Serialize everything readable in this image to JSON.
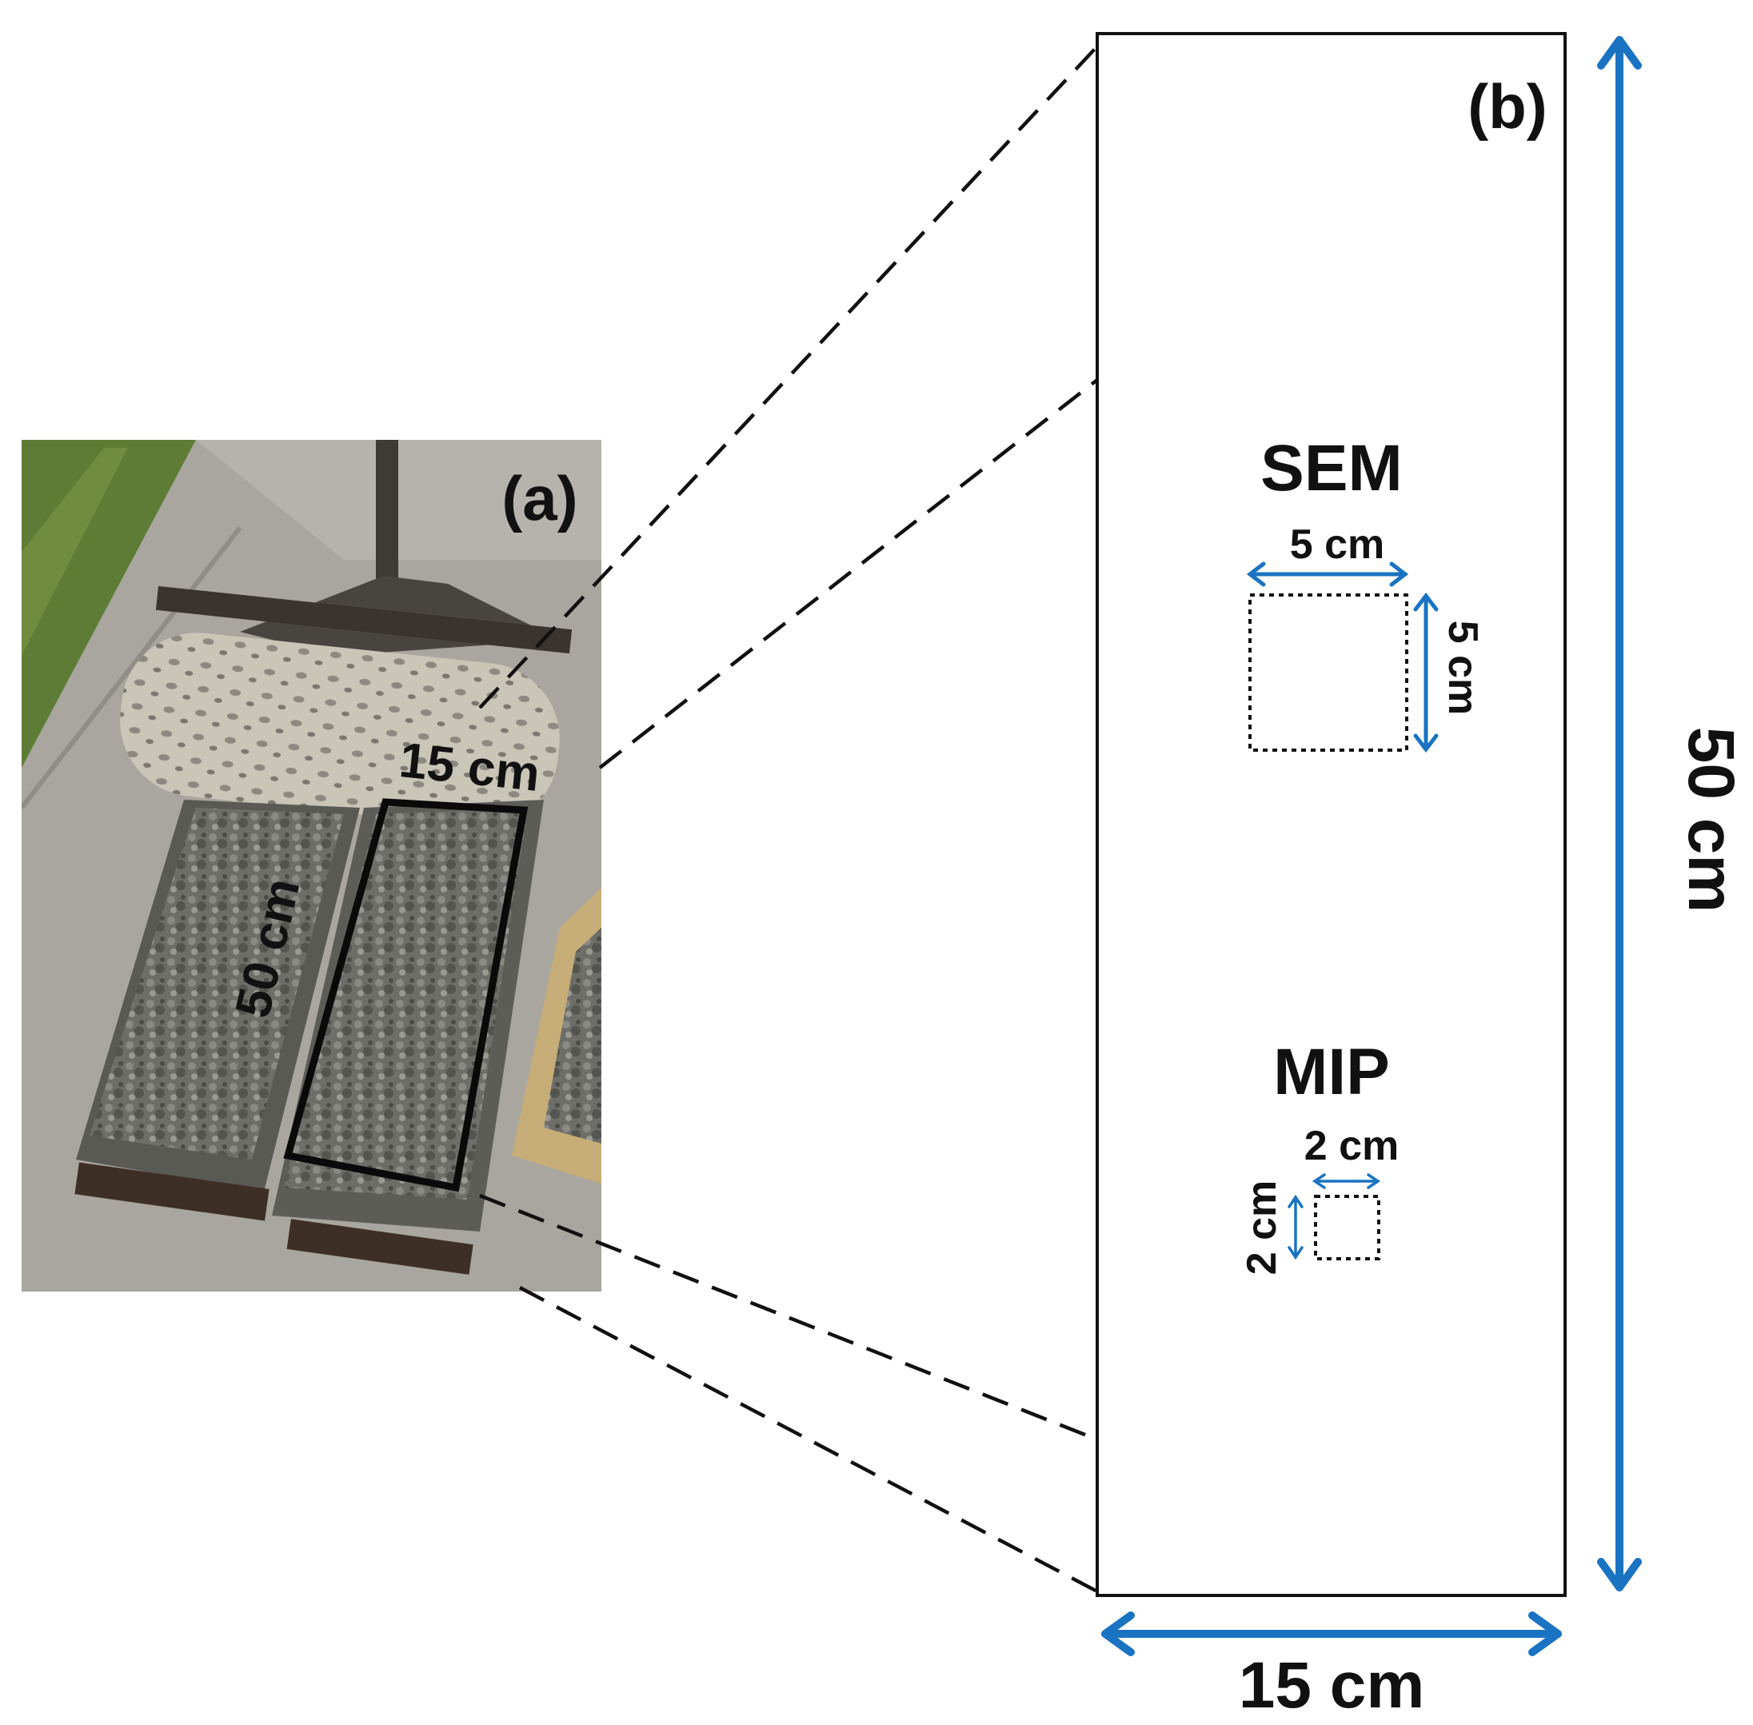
{
  "panel_a": {
    "label": "(a)",
    "width_label": "15 cm",
    "length_label": "50 cm"
  },
  "panel_b": {
    "label": "(b)",
    "width_label": "15 cm",
    "length_label": "50 cm",
    "sem": {
      "title": "SEM",
      "width_label": "5 cm",
      "height_label": "5 cm"
    },
    "mip": {
      "title": "MIP",
      "width_label": "2 cm",
      "height_label": "2 cm"
    }
  },
  "colors": {
    "dimension_arrow": "#1a73c2",
    "outline": "#111111",
    "concrete": "#6a6a66",
    "ground": "#a9a79f",
    "grass": "#5a7a32"
  }
}
